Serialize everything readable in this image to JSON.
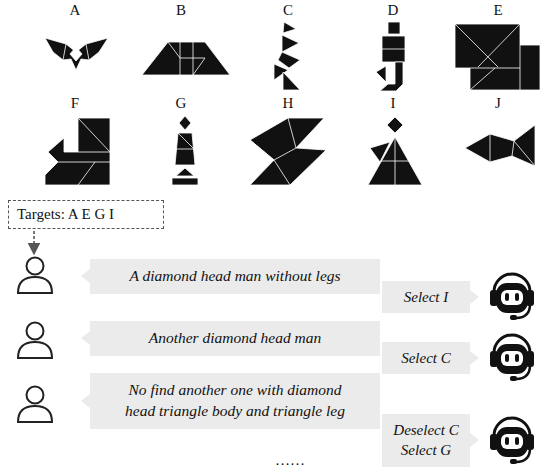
{
  "diagram": {
    "nodes": [
      {
        "text": [
          "Targets: A E G I"
        ]
      },
      {
        "text": [
          "A diamond head man without legs"
        ]
      },
      {
        "text": [
          "Select I"
        ]
      },
      {
        "text": [
          "Another diamond head man"
        ]
      },
      {
        "text": [
          "Select C"
        ]
      },
      {
        "text": [
          "No find another one with diamond head triangle body and triangle leg"
        ]
      },
      {
        "text": [
          "Deselect C Select G"
        ]
      }
    ],
    "labels": [
      "A",
      "B",
      "C",
      "D",
      "E",
      "F",
      "G",
      "H",
      "I",
      "J",
      "……"
    ]
  }
}
